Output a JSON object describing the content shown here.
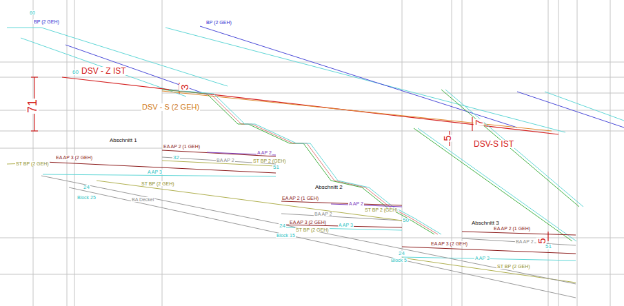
{
  "diagram": {
    "labels": [
      "60",
      "BP (2 GEH)",
      "BP (2 GEH)",
      "60",
      "DSV - Z IST",
      "3",
      "71",
      "DSV - S (2 GEH)",
      "7",
      "5",
      "DSV-S IST",
      "Abschnitt 1",
      "EA AP 2 (1 GEH)",
      "A AP 2",
      "32",
      "BA AP 2",
      "ST BP 2 (GEH)",
      "EA AP 3 (2 GEH)",
      "ST BP (2 GEH)",
      "51",
      "A AP 3",
      "ST BP (2 GEH)",
      "24",
      "Block 25",
      "BA Deckel",
      "Abschnitt 2",
      "EA AP 2 (1 GEH)",
      "A AP 2",
      "ST BP 2 (GEH)",
      "BA AP 2",
      "50",
      "EA AP 3 (2 GEH)",
      "A AP 3",
      "ST BP (2 GEH)",
      "24",
      "Block 15",
      "Abschnitt 3",
      "EA AP 2 (1 GEH)",
      "5",
      "BA AP 2",
      "51",
      "EA AP 3 (2 GEH)",
      "24",
      "Block 5",
      "A AP 3",
      "ST BP (2 GEH)"
    ]
  }
}
